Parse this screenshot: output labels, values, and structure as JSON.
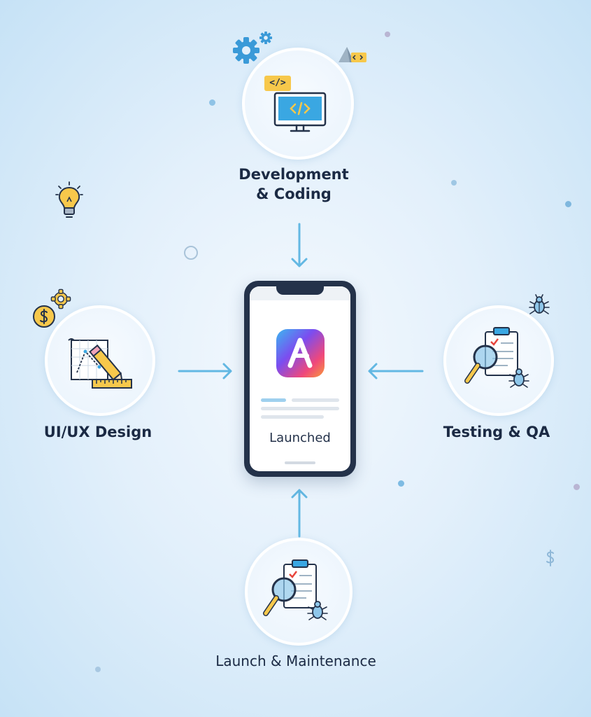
{
  "stages": {
    "development": {
      "label": "Development\n& Coding",
      "code_tag": "</>"
    },
    "design": {
      "label": "UI/UX Design"
    },
    "testing": {
      "label": "Testing & QA"
    },
    "launch": {
      "label": "Launch & Maintenance"
    }
  },
  "phone": {
    "status": "Launched"
  },
  "colors": {
    "navy": "#24324a",
    "arrow": "#63b8e3",
    "accent_blue": "#3aa0da",
    "yellow": "#f7c84b",
    "app_gradient": [
      "#3bb6f0",
      "#7b4df0",
      "#f0487a",
      "#f79a3a"
    ]
  },
  "icons": [
    "gear-icon",
    "code-monitor-icon",
    "lightbulb-icon",
    "dollar-coin-icon",
    "design-pencil-ruler-icon",
    "magnifier-clipboard-icon",
    "bug-icon",
    "app-logo-icon"
  ]
}
